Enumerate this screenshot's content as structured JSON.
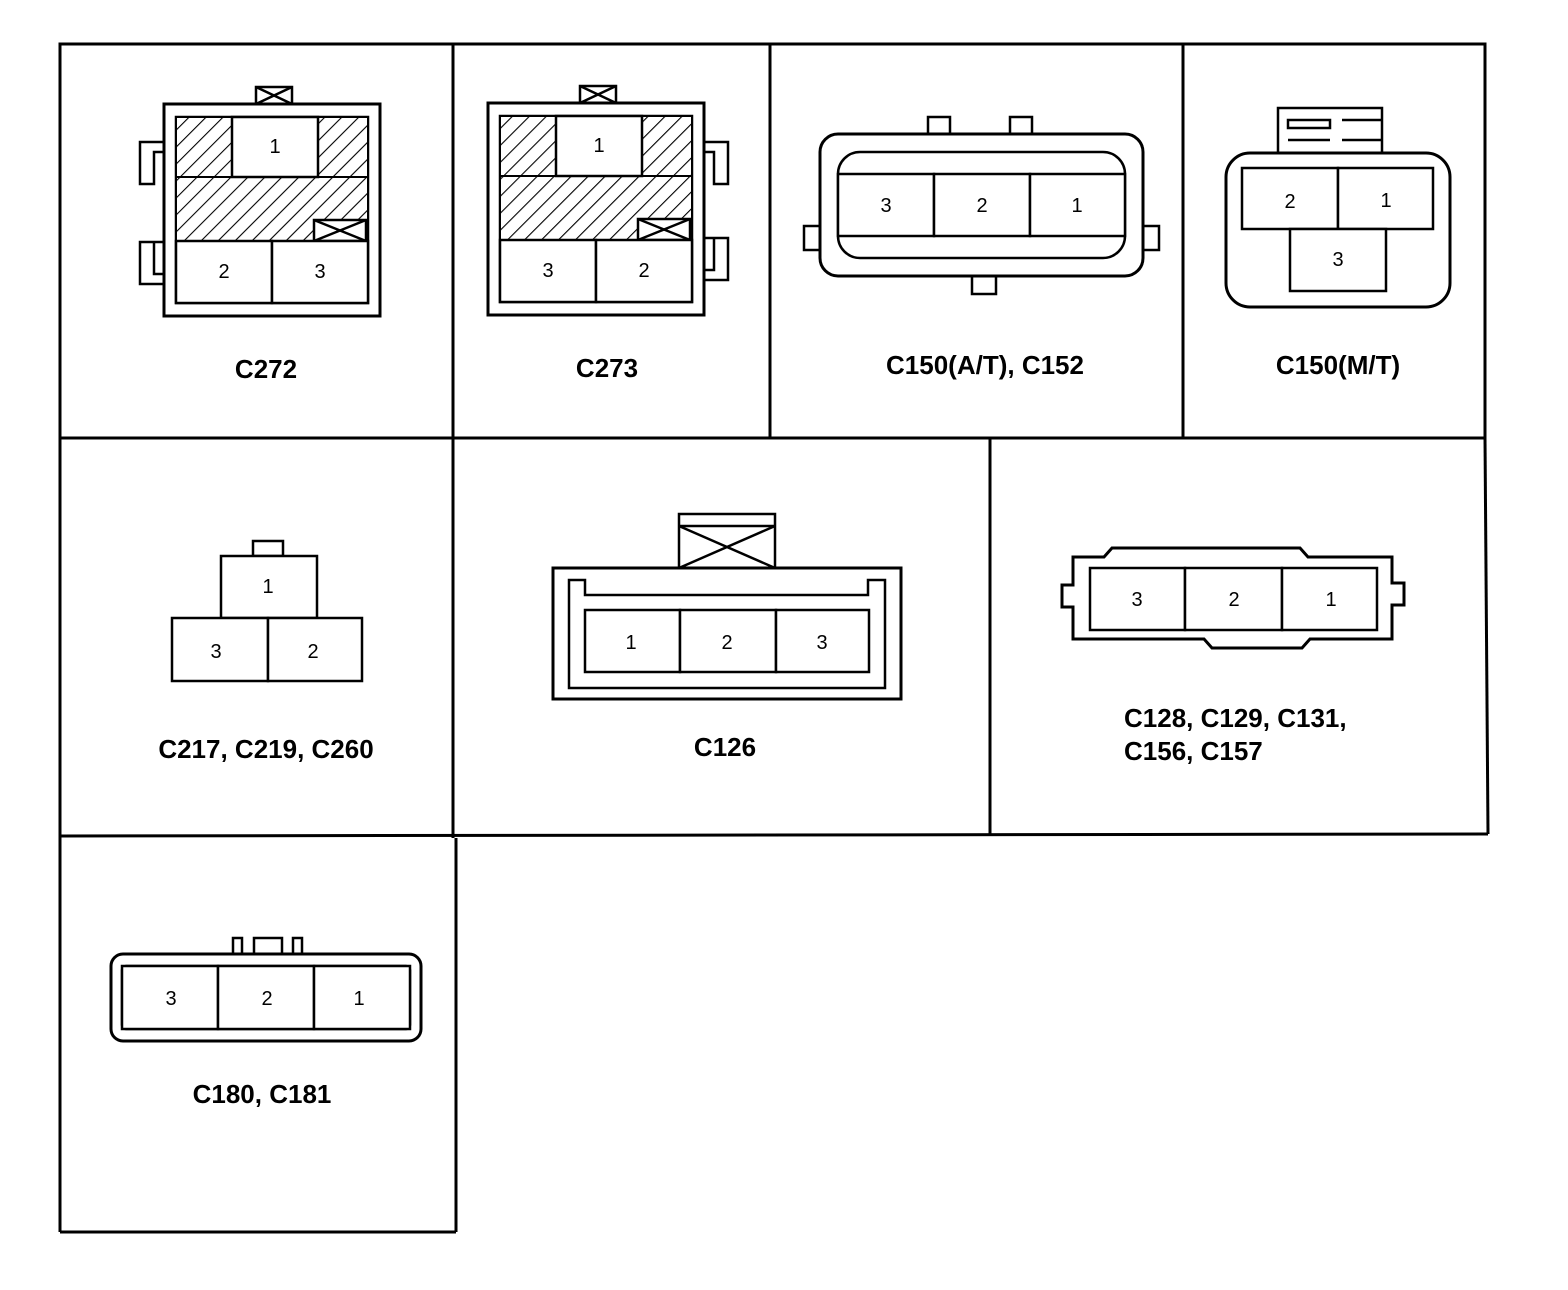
{
  "connectors": [
    {
      "id": "c272",
      "label": "C272",
      "pins": [
        "1",
        "2",
        "3"
      ]
    },
    {
      "id": "c273",
      "label": "C273",
      "pins": [
        "1",
        "3",
        "2"
      ]
    },
    {
      "id": "c150at",
      "label": "C150(A/T), C152",
      "pins": [
        "3",
        "2",
        "1"
      ]
    },
    {
      "id": "c150mt",
      "label": "C150(M/T)",
      "pins": [
        "2",
        "1",
        "3"
      ]
    },
    {
      "id": "c217",
      "label": "C217, C219, C260",
      "pins": [
        "1",
        "3",
        "2"
      ]
    },
    {
      "id": "c126",
      "label": "C126",
      "pins": [
        "1",
        "2",
        "3"
      ]
    },
    {
      "id": "c128",
      "label_lines": [
        "C128, C129, C131,",
        "C156, C157"
      ],
      "pins": [
        "3",
        "2",
        "1"
      ]
    },
    {
      "id": "c180",
      "label": "C180, C181",
      "pins": [
        "3",
        "2",
        "1"
      ]
    }
  ]
}
